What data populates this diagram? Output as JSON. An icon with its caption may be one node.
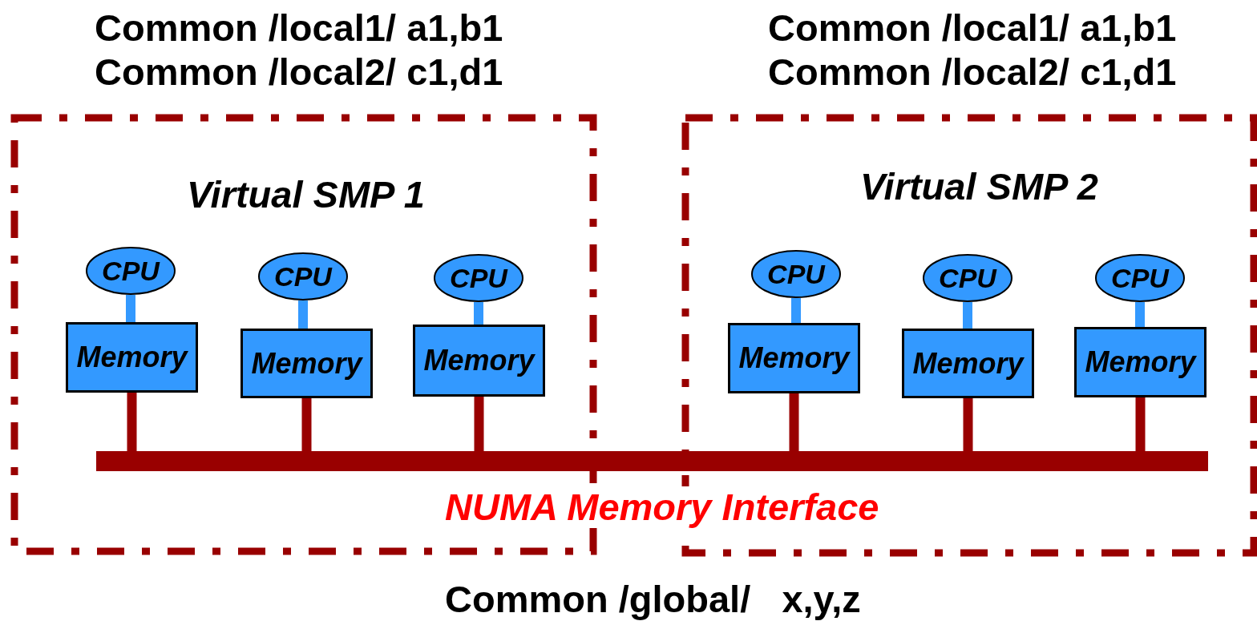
{
  "diagram": {
    "nodes": [
      {
        "text": [
          "Virtual SMP 1"
        ],
        "beside": [
          "Common /local1/ a1,b1",
          "Common /local2/ c1,d1"
        ]
      },
      {
        "text": [
          "CPU"
        ],
        "in": 0
      },
      {
        "text": [
          "CPU"
        ],
        "in": 0
      },
      {
        "text": [
          "CPU"
        ],
        "in": 0
      },
      {
        "text": [
          "Memory"
        ],
        "in": 0
      },
      {
        "text": [
          "Memory"
        ],
        "in": 0
      },
      {
        "text": [
          "Memory"
        ],
        "in": 0
      },
      {
        "text": [
          "Virtual SMP 2"
        ],
        "beside": [
          "Common /local1/ a1,b1",
          "Common /local2/ c1,d1"
        ]
      },
      {
        "text": [
          "CPU"
        ],
        "in": 7
      },
      {
        "text": [
          "CPU"
        ],
        "in": 7
      },
      {
        "text": [
          "CPU"
        ],
        "in": 7
      },
      {
        "text": [
          "Memory"
        ],
        "in": 7
      },
      {
        "text": [
          "Memory"
        ],
        "in": 7
      },
      {
        "text": [
          "Memory"
        ],
        "in": 7
      },
      {
        "text": [],
        "shape": "bar",
        "beside": [
          "NUMA Memory Interface"
        ]
      }
    ],
    "edges": [
      {
        "from": 1,
        "to": 4,
        "arrow": "none",
        "color": "#3399ff"
      },
      {
        "from": 2,
        "to": 5,
        "arrow": "none",
        "color": "#3399ff"
      },
      {
        "from": 3,
        "to": 6,
        "arrow": "none",
        "color": "#3399ff"
      },
      {
        "from": 8,
        "to": 11,
        "arrow": "none",
        "color": "#3399ff"
      },
      {
        "from": 9,
        "to": 12,
        "arrow": "none",
        "color": "#3399ff"
      },
      {
        "from": 10,
        "to": 13,
        "arrow": "none",
        "color": "#3399ff"
      },
      {
        "from": 4,
        "to": 14,
        "arrow": "none",
        "color": "#990000"
      },
      {
        "from": 5,
        "to": 14,
        "arrow": "none",
        "color": "#990000"
      },
      {
        "from": 6,
        "to": 14,
        "arrow": "none",
        "color": "#990000"
      },
      {
        "from": 11,
        "to": 14,
        "arrow": "none",
        "color": "#990000"
      },
      {
        "from": 12,
        "to": 14,
        "arrow": "none",
        "color": "#990000"
      },
      {
        "from": 13,
        "to": 14,
        "arrow": "none",
        "color": "#990000"
      }
    ],
    "labels": [
      "Common /global/   x,y,z"
    ]
  }
}
